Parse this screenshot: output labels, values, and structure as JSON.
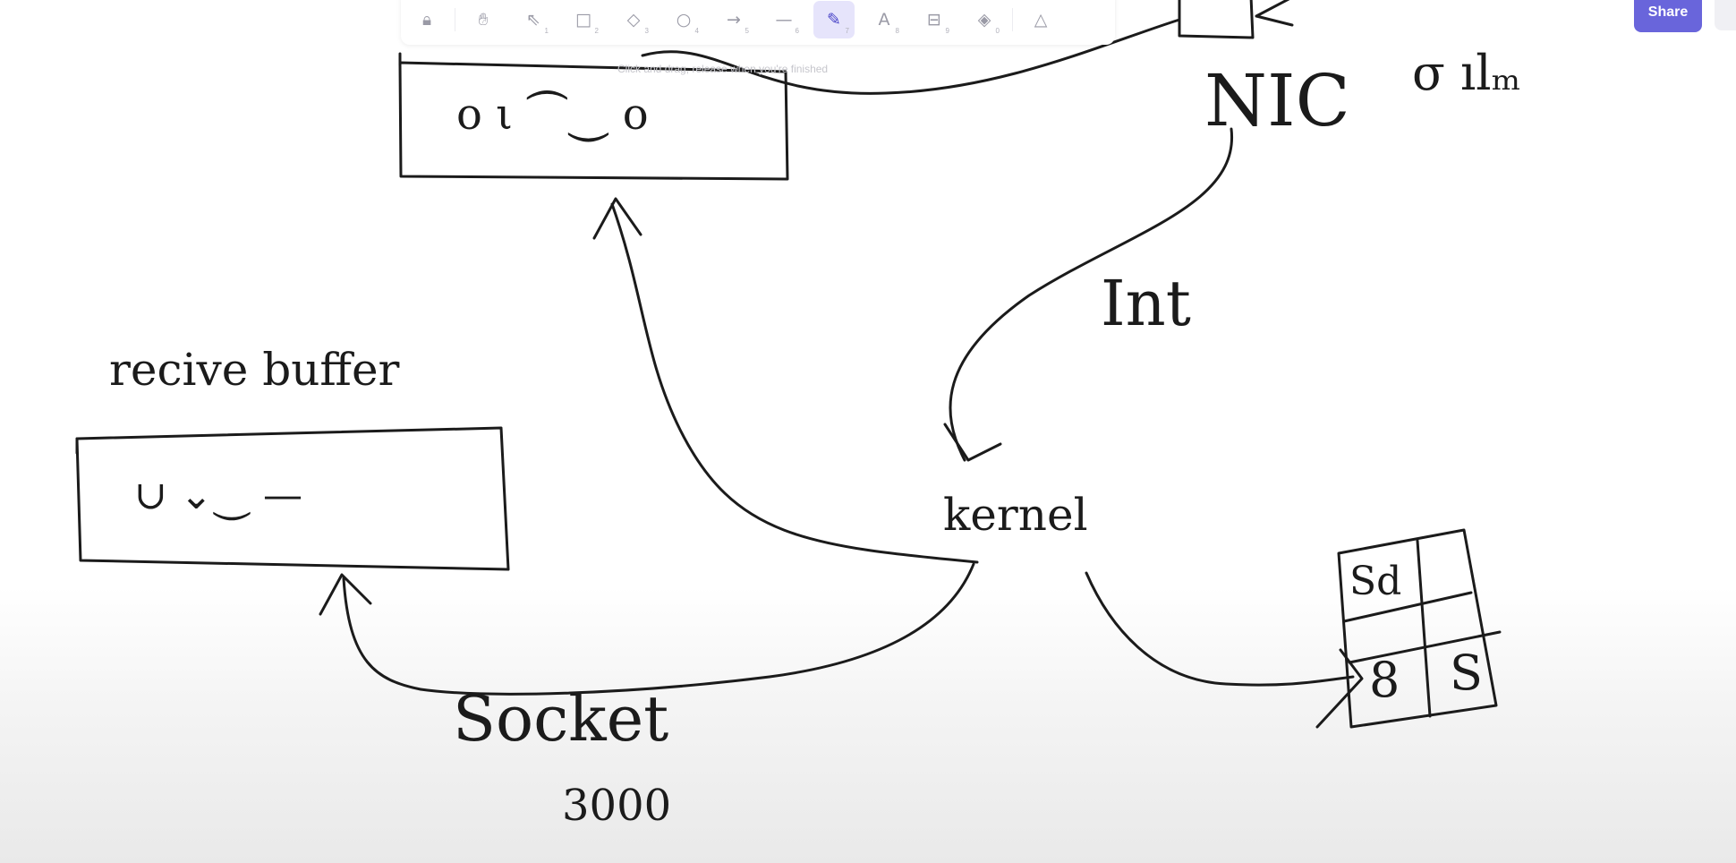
{
  "toolbar": {
    "tools": [
      {
        "name": "lock",
        "glyph": "🔒︎",
        "key": ""
      },
      {
        "name": "hand",
        "glyph": "✋︎",
        "key": ""
      },
      {
        "name": "selection",
        "glyph": "⇖",
        "key": "1"
      },
      {
        "name": "rectangle",
        "glyph": "□",
        "key": "2"
      },
      {
        "name": "diamond",
        "glyph": "◇",
        "key": "3"
      },
      {
        "name": "ellipse",
        "glyph": "○",
        "key": "4"
      },
      {
        "name": "arrow",
        "glyph": "→",
        "key": "5"
      },
      {
        "name": "line",
        "glyph": "—",
        "key": "6"
      },
      {
        "name": "draw",
        "glyph": "✎",
        "key": "7",
        "active": true
      },
      {
        "name": "text",
        "glyph": "A",
        "key": "8"
      },
      {
        "name": "image",
        "glyph": "⊟",
        "key": "9"
      },
      {
        "name": "eraser",
        "glyph": "◈",
        "key": "0"
      },
      {
        "name": "more-tools",
        "glyph": "△",
        "key": ""
      }
    ],
    "hint": "Click and drag, release when you're finished"
  },
  "share": {
    "label": "Share"
  },
  "colors": {
    "accent": "#6965db",
    "active_tool_bg": "#e6e4fb",
    "ink": "#1b1b1b"
  },
  "sketch": {
    "nic_label": "NIC",
    "nic_bits": "σ ılₘ",
    "top_buffer_text": "o ι ⏜⏝ o",
    "int_label": "Int",
    "kernel_label": "kernel",
    "receive_buffer_label": "recive buffer",
    "receive_buffer_text": "∪ ⌄⏝ —",
    "socket_label": "Socket",
    "socket_port": "3000",
    "table_cells": [
      "Sd",
      "",
      "8",
      "S"
    ]
  }
}
